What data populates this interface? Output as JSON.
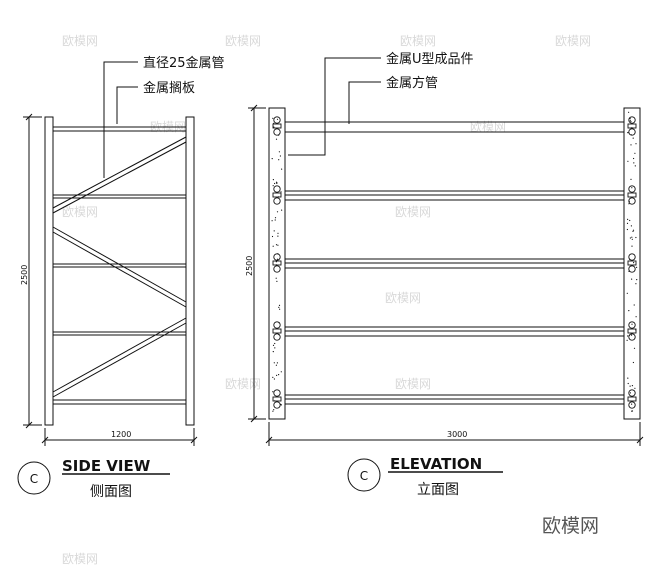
{
  "side_view": {
    "annotations": [
      "直径25金属管",
      "金属搁板"
    ],
    "height_dim": "2500",
    "width_dim": "1200",
    "symbol": "C",
    "title_en": "SIDE VIEW",
    "title_cn": "侧面图"
  },
  "elevation": {
    "annotations": [
      "金属U型成品件",
      "金属方管"
    ],
    "height_dim": "2500",
    "width_dim": "3000",
    "symbol": "C",
    "title_en": "ELEVATION",
    "title_cn": "立面图"
  },
  "watermarks": [
    "欧模网",
    "欧模网",
    "欧模网",
    "欧模网",
    "欧模网",
    "欧模网",
    "欧模网",
    "欧模网",
    "欧模网",
    "欧模网",
    "欧模网",
    "欧模网"
  ],
  "brand": "欧模网",
  "colors": {
    "ink": "#111111",
    "watermark": "#d9d9d9",
    "brand": "#555555"
  }
}
